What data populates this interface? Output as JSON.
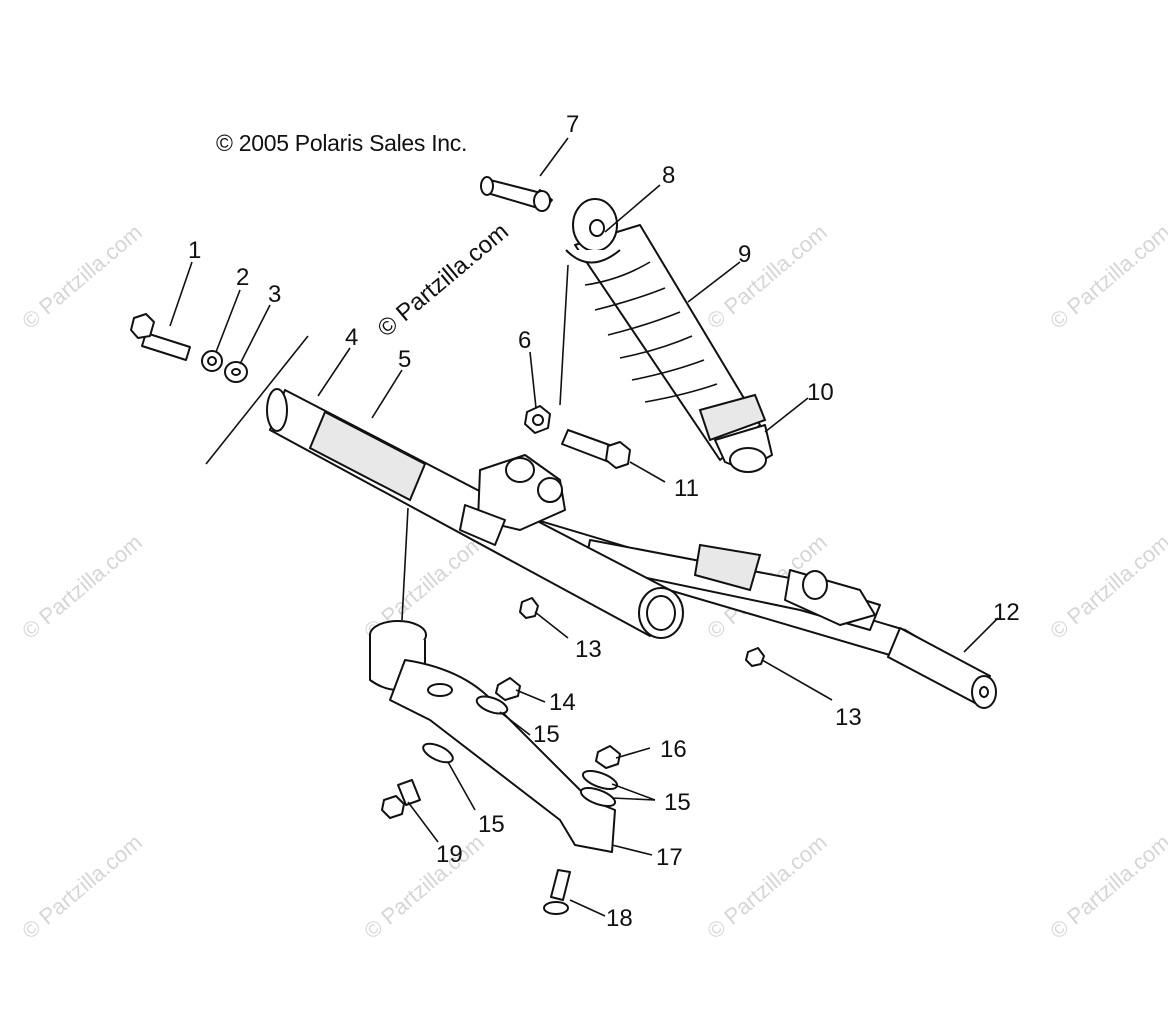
{
  "copyright": "© 2005 Polaris Sales Inc.",
  "watermark": {
    "main": "© Partzilla.com",
    "tile": "© Partzilla.com"
  },
  "callouts": {
    "c1": "1",
    "c2": "2",
    "c3": "3",
    "c4": "4",
    "c5": "5",
    "c6": "6",
    "c7": "7",
    "c8": "8",
    "c9": "9",
    "c10": "10",
    "c11": "11",
    "c12": "12",
    "c13a": "13",
    "c13b": "13",
    "c14": "14",
    "c15a": "15",
    "c15b": "15",
    "c15c": "15",
    "c16": "16",
    "c17": "17",
    "c18": "18",
    "c19": "19"
  }
}
